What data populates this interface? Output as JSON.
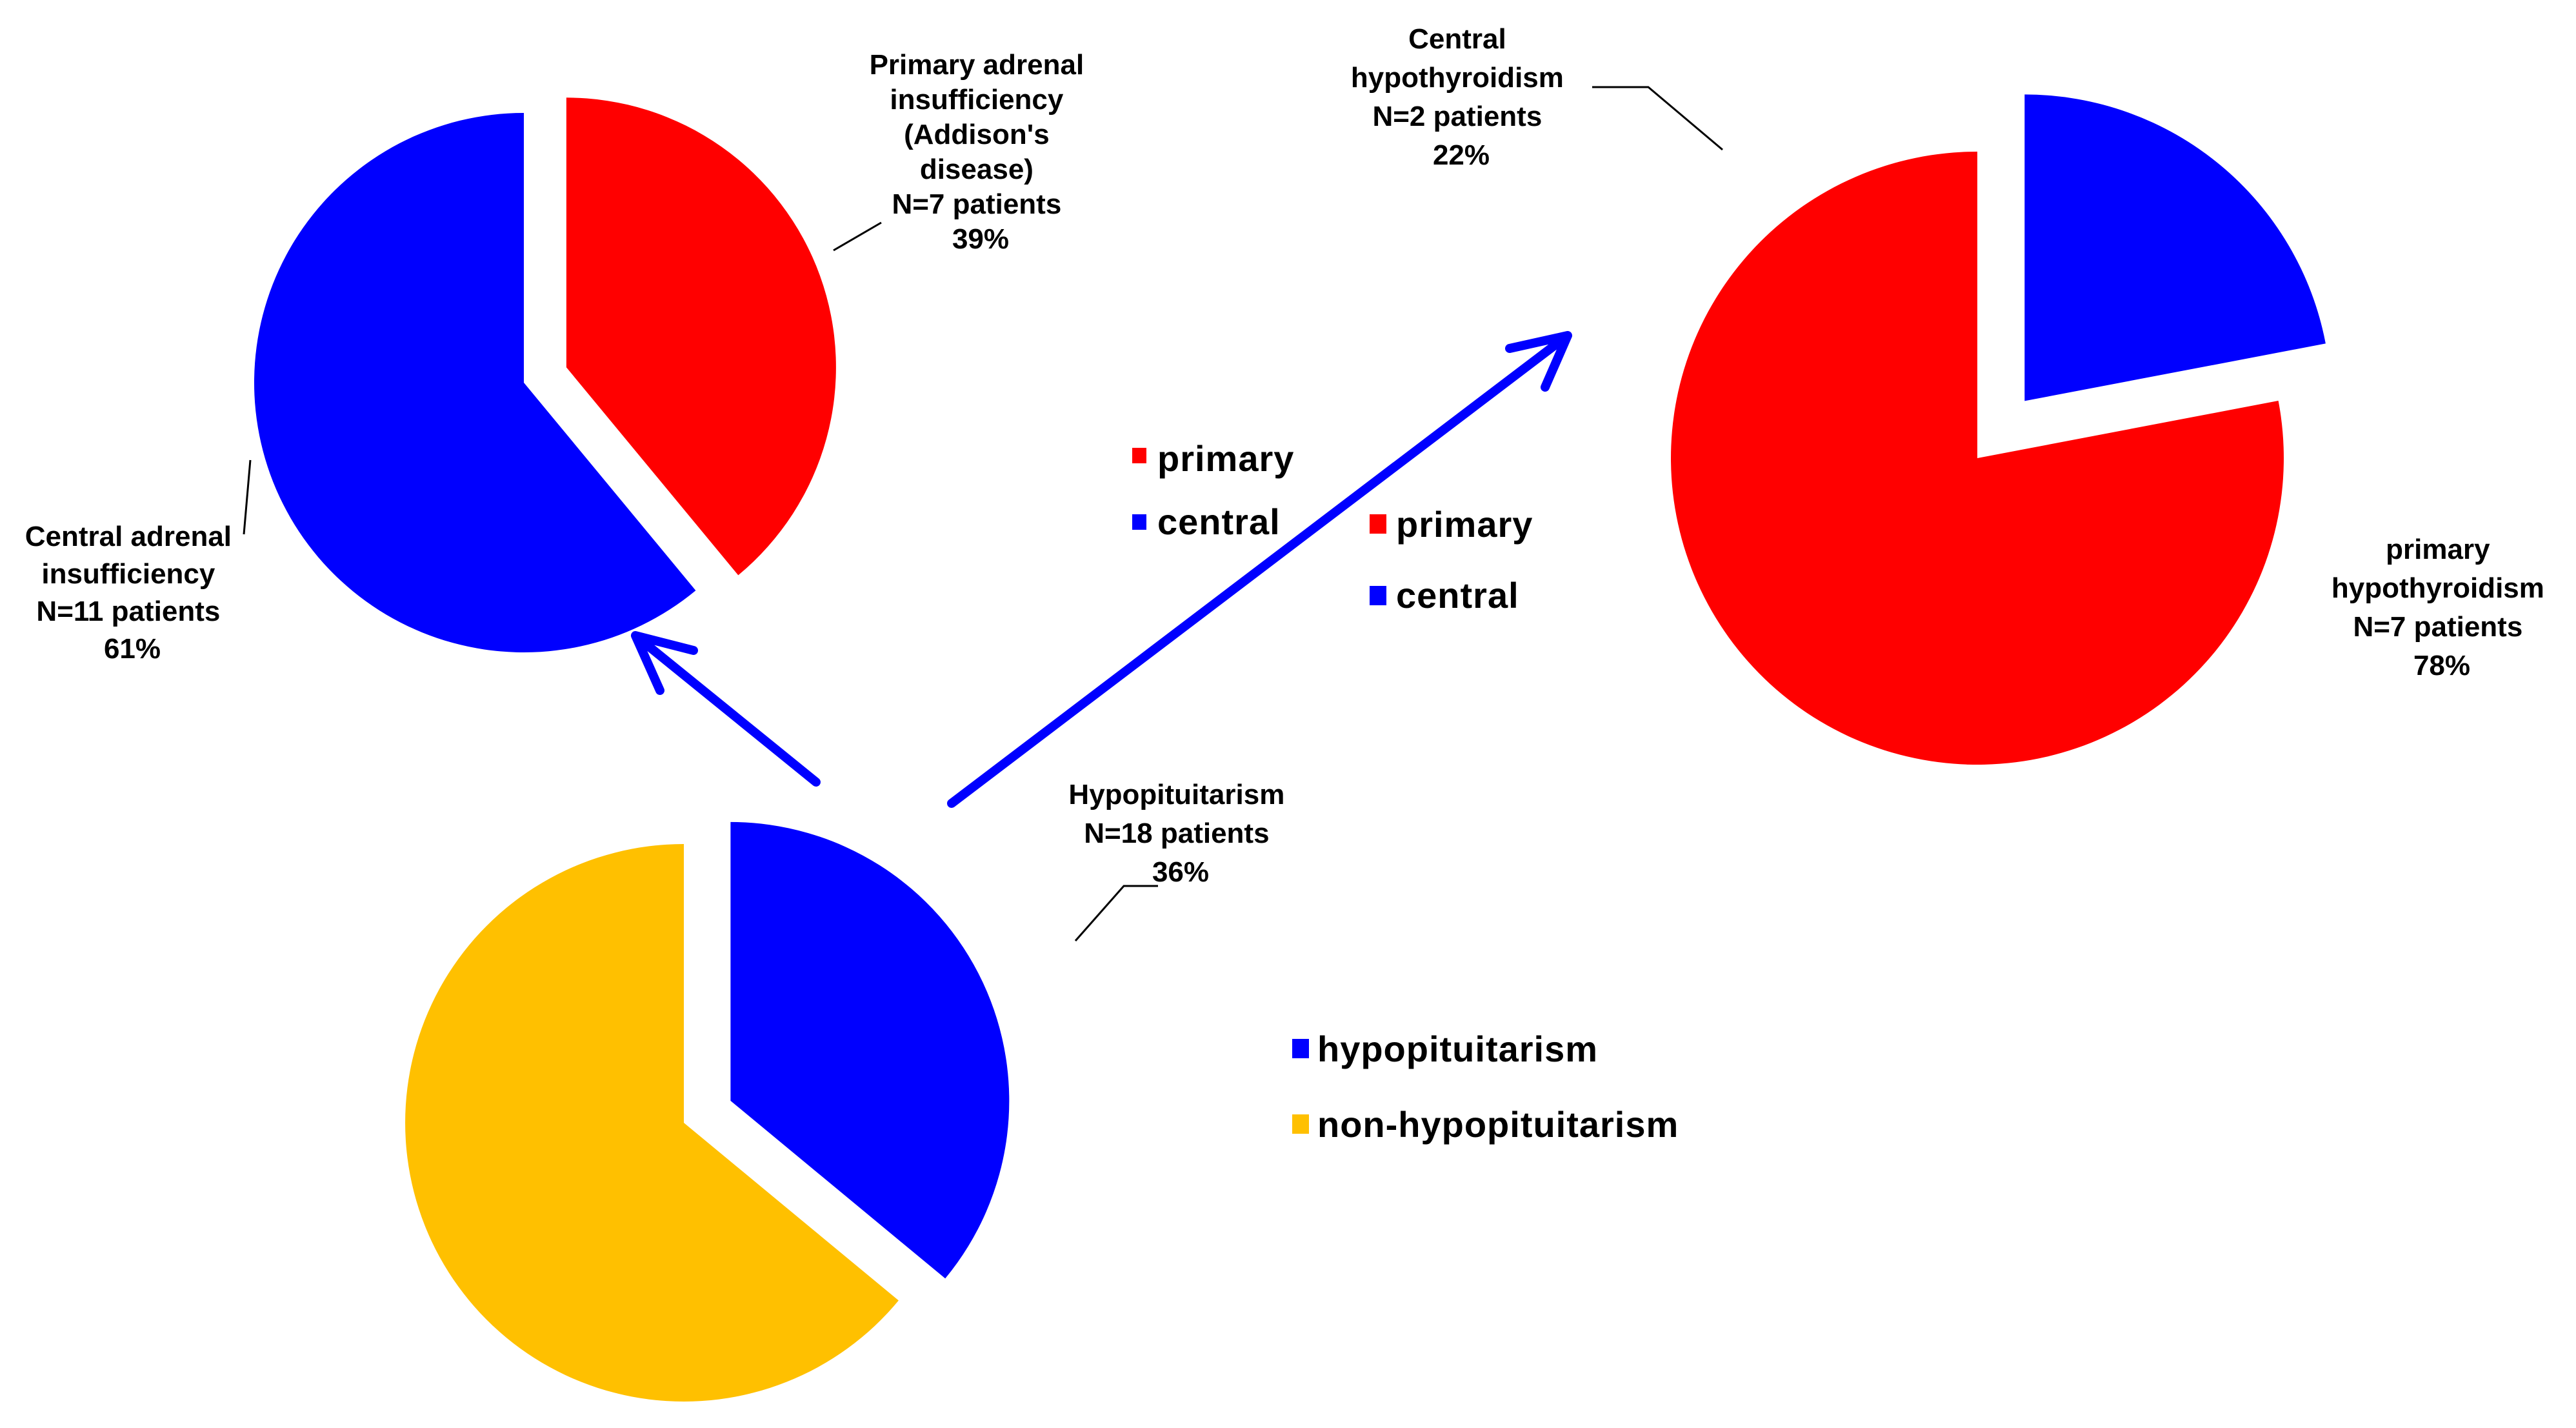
{
  "colors": {
    "hypopituitarism": "#0000ff",
    "non_hypopituitarism": "#ffc000",
    "primary": "#ff0000",
    "central": "#0000ff",
    "arrow": "#0000ff"
  },
  "chart_data": [
    {
      "id": "overall",
      "type": "pie",
      "slices": [
        {
          "key": "hypopituitarism",
          "name": "hypopituitarism",
          "percent": 36,
          "patients": 18,
          "exploded": true,
          "label_lines": [
            "Hypopituitarism",
            "N=18 patients",
            "36%"
          ]
        },
        {
          "key": "non_hypopituitarism",
          "name": "non-hypopituitarism",
          "percent": 64,
          "exploded": false,
          "label_lines": []
        }
      ],
      "legend": [
        "hypopituitarism",
        "non-hypopituitarism"
      ]
    },
    {
      "id": "adrenal",
      "type": "pie",
      "slices": [
        {
          "key": "primary",
          "name": "primary",
          "percent": 39,
          "patients": 7,
          "exploded": true,
          "label_lines": [
            "Primary adrenal",
            "insufficiency",
            "(Addison's",
            "disease)",
            "N=7 patients",
            "39%"
          ]
        },
        {
          "key": "central",
          "name": "central",
          "percent": 61,
          "patients": 11,
          "exploded": false,
          "label_lines": [
            "Central adrenal",
            "insufficiency",
            "N=11 patients",
            "61%"
          ]
        }
      ],
      "legend": [
        "primary",
        "central"
      ]
    },
    {
      "id": "thyroid",
      "type": "pie",
      "slices": [
        {
          "key": "central",
          "name": "central",
          "percent": 22,
          "patients": 2,
          "exploded": true,
          "label_lines": [
            "Central",
            "hypothyroidism",
            "N=2 patients",
            "22%"
          ]
        },
        {
          "key": "primary",
          "name": "primary",
          "percent": 78,
          "patients": 7,
          "exploded": false,
          "label_lines": [
            "primary",
            "hypothyroidism",
            "N=7 patients",
            "78%"
          ]
        }
      ],
      "legend": [
        "primary",
        "central"
      ]
    }
  ]
}
